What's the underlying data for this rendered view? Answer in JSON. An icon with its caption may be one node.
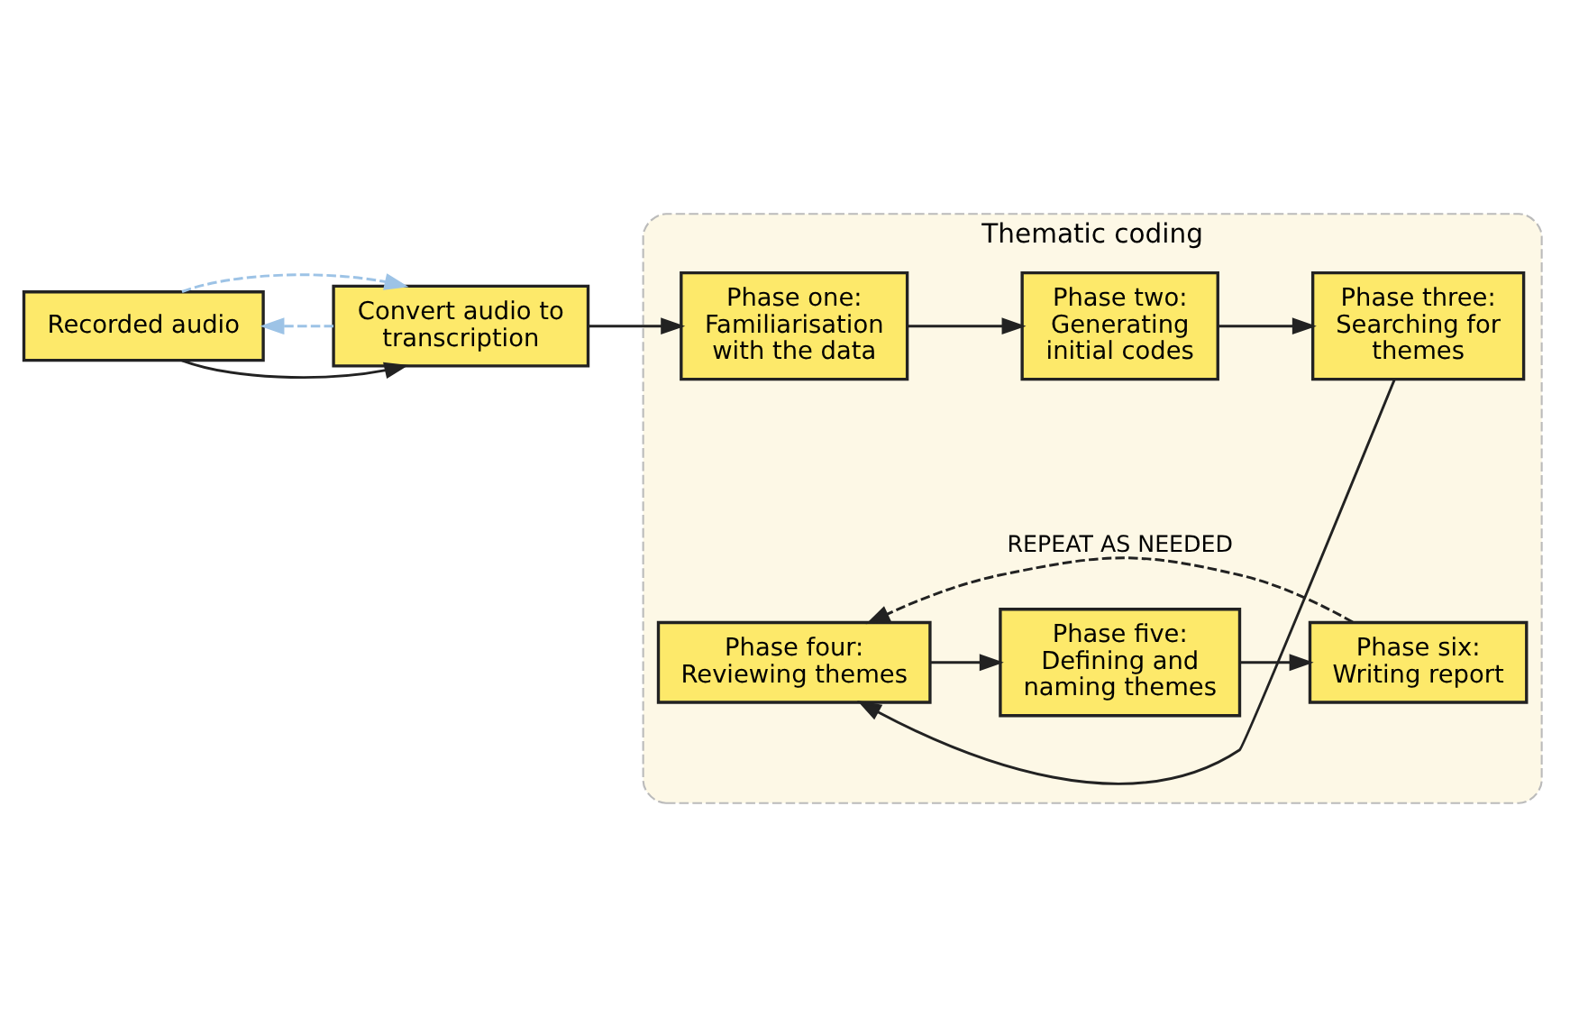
{
  "diagram": {
    "nodes": [
      {
        "text": [
          "Thematic coding"
        ]
      },
      {
        "text": [
          "Recorded audio"
        ]
      },
      {
        "text": [
          "Convert audio to transcription"
        ]
      },
      {
        "text": [
          "Phase one: Familiarisation with the data"
        ],
        "in": 0
      },
      {
        "text": [
          "Phase two: Generating initial codes"
        ],
        "in": 0
      },
      {
        "text": [
          "Phase three: Searching for themes"
        ],
        "in": 0
      },
      {
        "text": [
          "Phase four: Reviewing themes"
        ],
        "in": 0
      },
      {
        "text": [
          "Phase five: Defining and naming themes"
        ],
        "in": 0
      },
      {
        "text": [
          "Phase six: Writing report"
        ],
        "in": 0
      }
    ],
    "edges": [
      {
        "from": 1,
        "to": 2,
        "arrow": "to"
      },
      {
        "from": 2,
        "to": 1,
        "arrow": "to",
        "style": "dashed",
        "color": "#9dc3e6"
      },
      {
        "from": 1,
        "to": 2,
        "arrow": "to",
        "style": "dashed",
        "color": "#9dc3e6"
      },
      {
        "from": 2,
        "to": 3,
        "arrow": "to"
      },
      {
        "from": 3,
        "to": 4,
        "arrow": "to"
      },
      {
        "from": 4,
        "to": 5,
        "arrow": "to"
      },
      {
        "from": 5,
        "to": 6,
        "arrow": "to"
      },
      {
        "from": 6,
        "to": 7,
        "arrow": "to"
      },
      {
        "from": 7,
        "to": 8,
        "arrow": "to"
      },
      {
        "from": 8,
        "to": 6,
        "arrow": "to",
        "style": "dashed",
        "label": "REPEAT AS NEEDED"
      }
    ]
  }
}
